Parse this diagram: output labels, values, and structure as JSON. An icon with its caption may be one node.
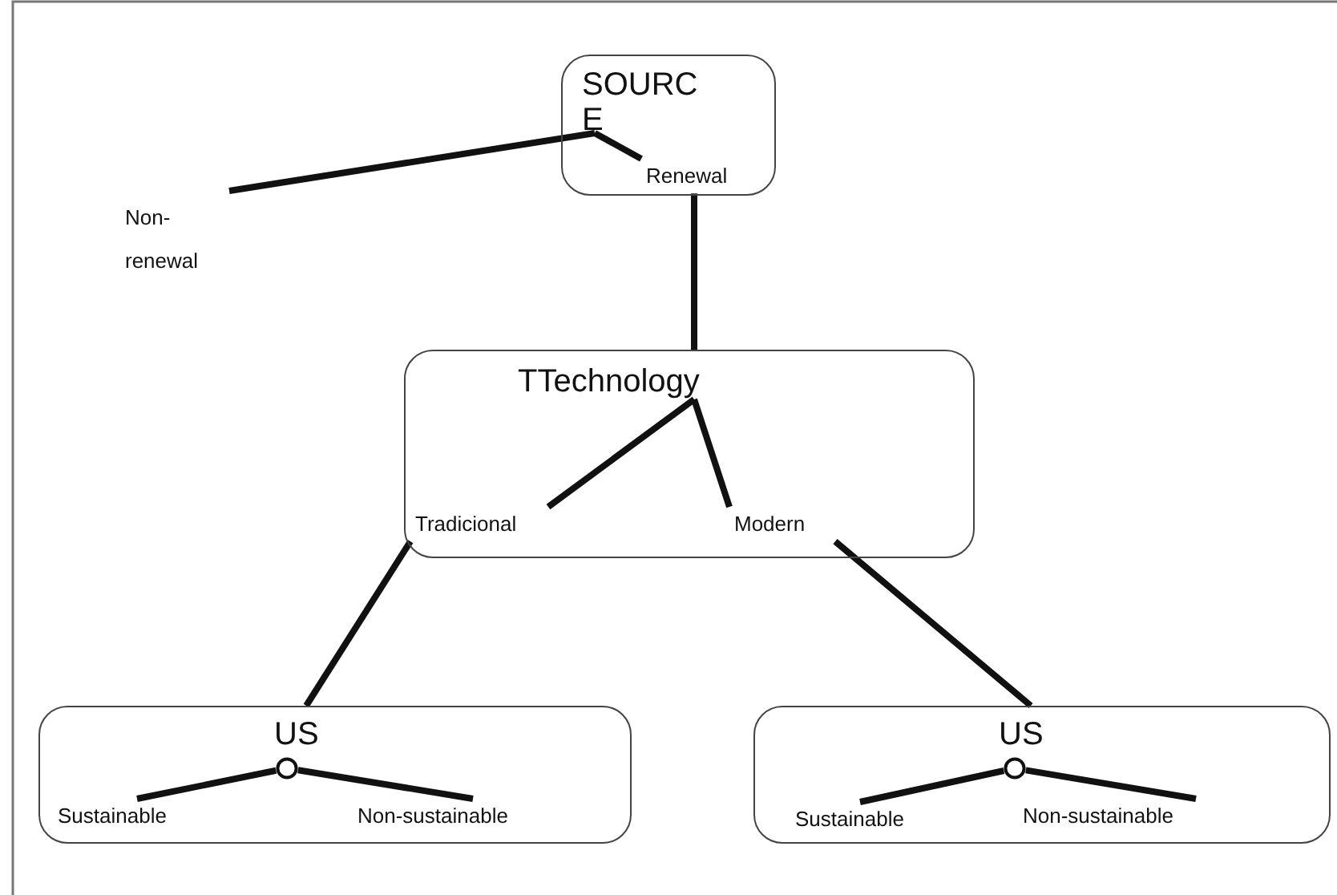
{
  "diagram": {
    "nodes": [
      {
        "text": [
          "SOURC E"
        ]
      },
      {
        "text": [
          "Renewal"
        ],
        "in": 0
      },
      {
        "text": [
          "Non- renewal"
        ]
      },
      {
        "text": [
          "TTechnology"
        ]
      },
      {
        "text": [
          "Tradicional"
        ],
        "in": 3
      },
      {
        "text": [
          "Modern"
        ],
        "in": 3
      },
      {
        "text": [
          "US"
        ]
      },
      {
        "text": [],
        "shape": "circle",
        "in": 6
      },
      {
        "text": [
          "Sustainable"
        ],
        "in": 6
      },
      {
        "text": [
          "Non-sustainable"
        ],
        "in": 6
      },
      {
        "text": [
          "US"
        ]
      },
      {
        "text": [],
        "shape": "circle",
        "in": 10
      },
      {
        "text": [
          "Sustainable"
        ],
        "in": 10
      },
      {
        "text": [
          "Non-sustainable"
        ],
        "in": 10
      }
    ],
    "edges": [
      {
        "from": 0,
        "to": 2,
        "arrow": "none"
      },
      {
        "from": 0,
        "to": 1,
        "arrow": "none"
      },
      {
        "from": 1,
        "to": 3,
        "arrow": "none"
      },
      {
        "from": 3,
        "to": 4,
        "arrow": "none"
      },
      {
        "from": 3,
        "to": 5,
        "arrow": "none"
      },
      {
        "from": 4,
        "to": 6,
        "arrow": "none"
      },
      {
        "from": 5,
        "to": 10,
        "arrow": "none"
      },
      {
        "from": 7,
        "to": 8,
        "arrow": "none"
      },
      {
        "from": 7,
        "to": 9,
        "arrow": "none"
      },
      {
        "from": 11,
        "to": 12,
        "arrow": "none"
      },
      {
        "from": 11,
        "to": 13,
        "arrow": "none"
      }
    ]
  }
}
